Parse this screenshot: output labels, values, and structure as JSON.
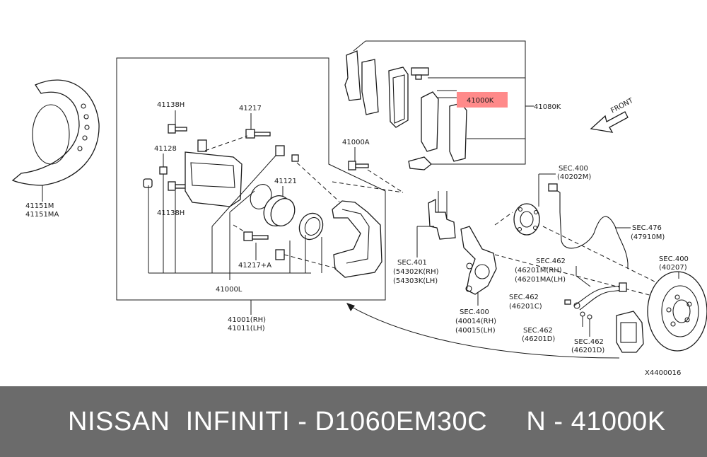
{
  "footer": {
    "text": "NISSAN  INFINITI - D1060EM30C     N - 41000K"
  },
  "colors": {
    "highlight": "#ff8a8a",
    "footer_bg": "#6b6b6b"
  },
  "labels": {
    "p41138h_top": "41138H",
    "p41217": "41217",
    "p41128": "41128",
    "p41138h_bot": "41138H",
    "p41121": "41121",
    "p41000a": "41000A",
    "p41217a": "41217+A",
    "p41000l": "41000L",
    "p41001": "41001(RH)",
    "p41011": "41011(LH)",
    "p41151m": "41151M",
    "p41151ma": "41151MA",
    "p41000k": "41000K",
    "p41080k": "41080K",
    "front": "FRONT",
    "sec400_a": "SEC.400",
    "sec400_a2": "(40202M)",
    "sec476": "SEC.476",
    "sec476_2": "(47910M)",
    "sec400_b": "SEC.400",
    "sec400_b2": "(40207)",
    "sec401": "SEC.401",
    "sec401_2": "(54302K(RH)",
    "sec401_3": "(54303K(LH)",
    "sec462_a": "SEC.462",
    "sec462_a2": "(46201M(RH)",
    "sec462_a3": "(46201MA(LH)",
    "sec462_b": "SEC.462",
    "sec462_b2": "(46201C)",
    "sec462_c": "SEC.462",
    "sec462_c2": "(46201D)",
    "sec462_d": "SEC.462",
    "sec462_d2": "(46201D)",
    "sec400_c": "SEC.400",
    "sec400_c2": "(40014(RH)",
    "sec400_c3": "(40015(LH)",
    "figure_code": "X4400016"
  }
}
